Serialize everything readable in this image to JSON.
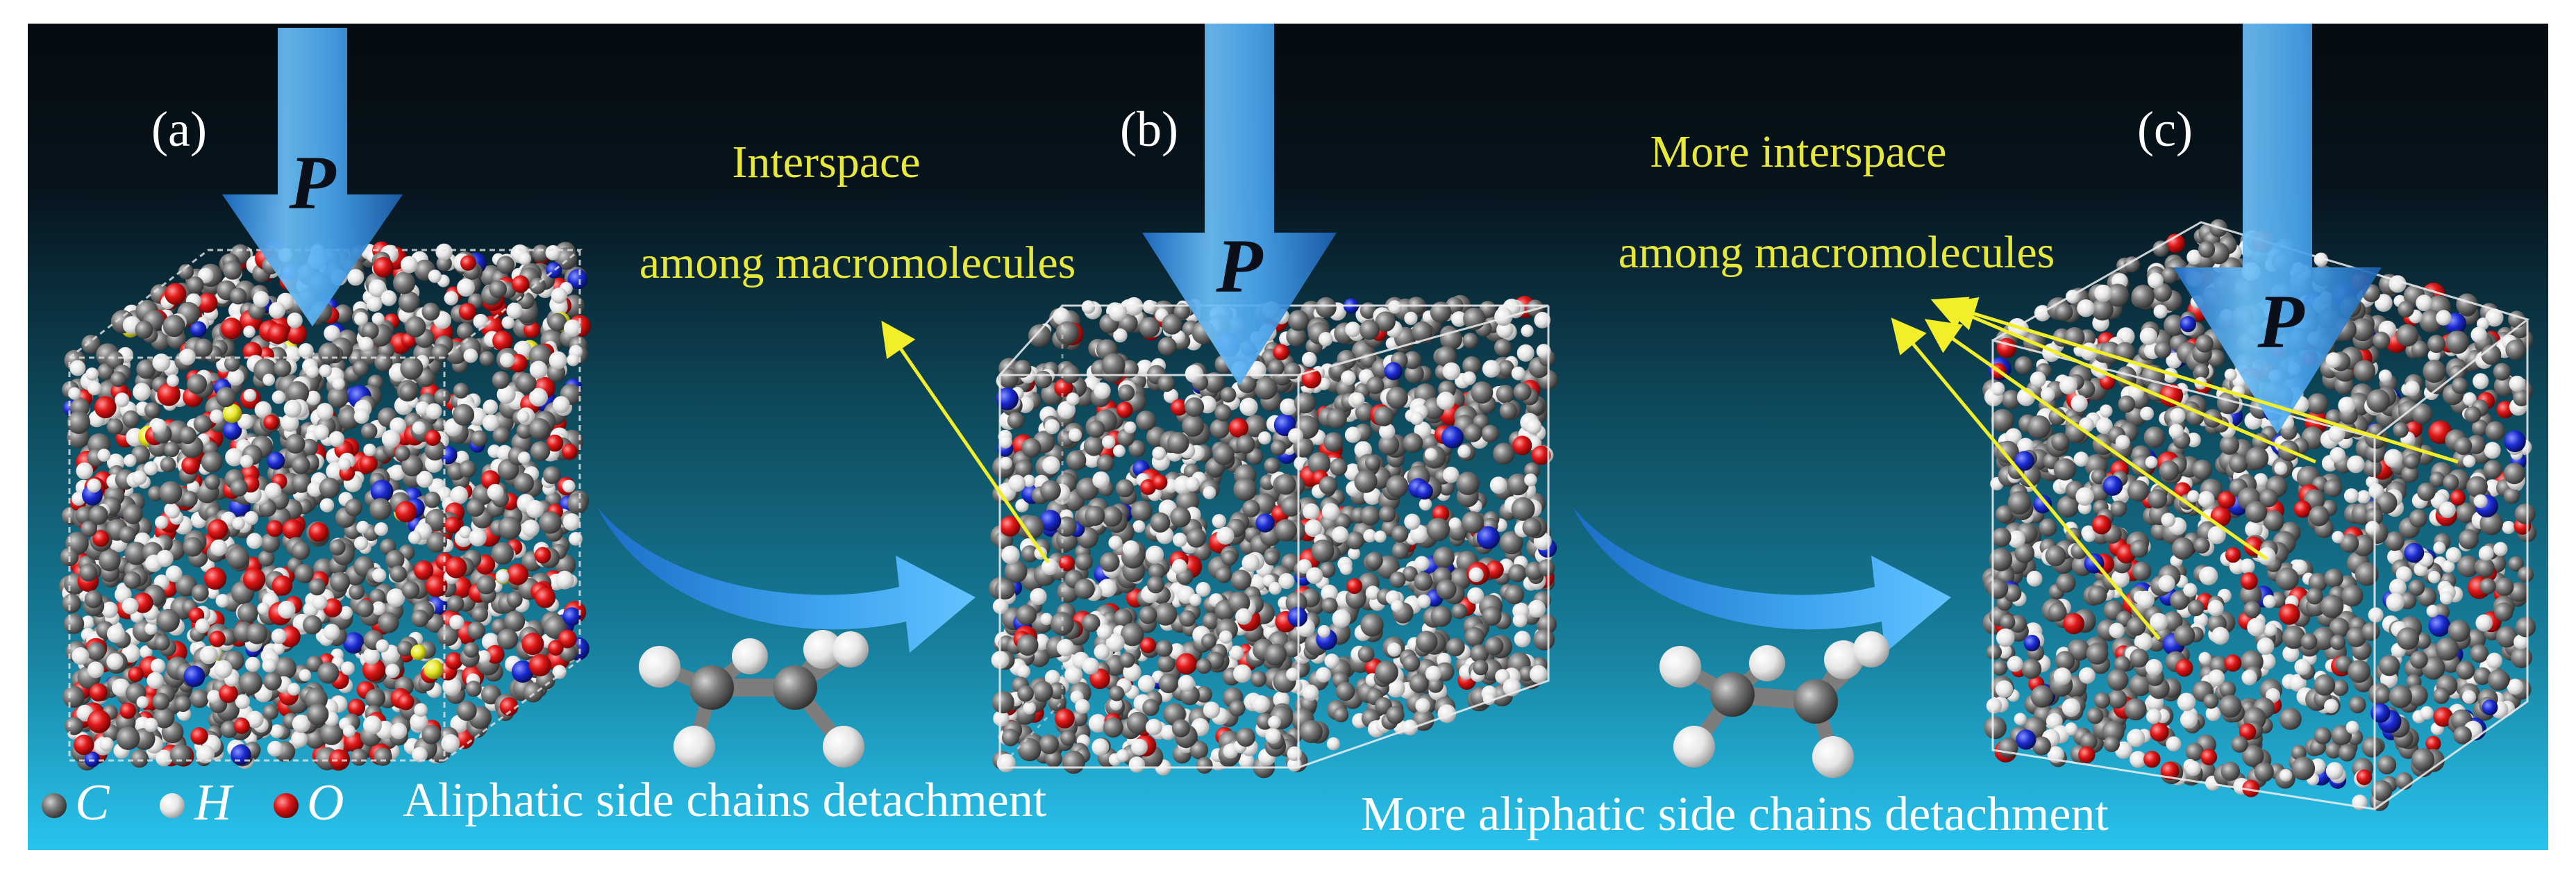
{
  "panels": [
    {
      "label": "(a)",
      "pressure": "P"
    },
    {
      "label": "(b)",
      "pressure": "P"
    },
    {
      "label": "(c)",
      "pressure": "P"
    }
  ],
  "annotations": {
    "b_line1": "Interspace",
    "b_line2": "among macromolecules",
    "c_line1": "More interspace",
    "c_line2": "among macromolecules"
  },
  "captions": {
    "step1": "Aliphatic side chains detachment",
    "step2": "More aliphatic side chains detachment"
  },
  "legend": [
    {
      "symbol": "C",
      "color": "#6e6e6e"
    },
    {
      "symbol": "H",
      "color": "#f2f2f2"
    },
    {
      "symbol": "O",
      "color": "#d81818"
    }
  ],
  "colors": {
    "annotation_text": "#e8e83a",
    "arrow_blue": "#2f8fe0",
    "carbon": "#6e6e6e",
    "hydrogen": "#f2f2f2",
    "oxygen": "#d81818",
    "nitrogen": "#1a2bd0",
    "sulfur": "#e6e62a"
  }
}
